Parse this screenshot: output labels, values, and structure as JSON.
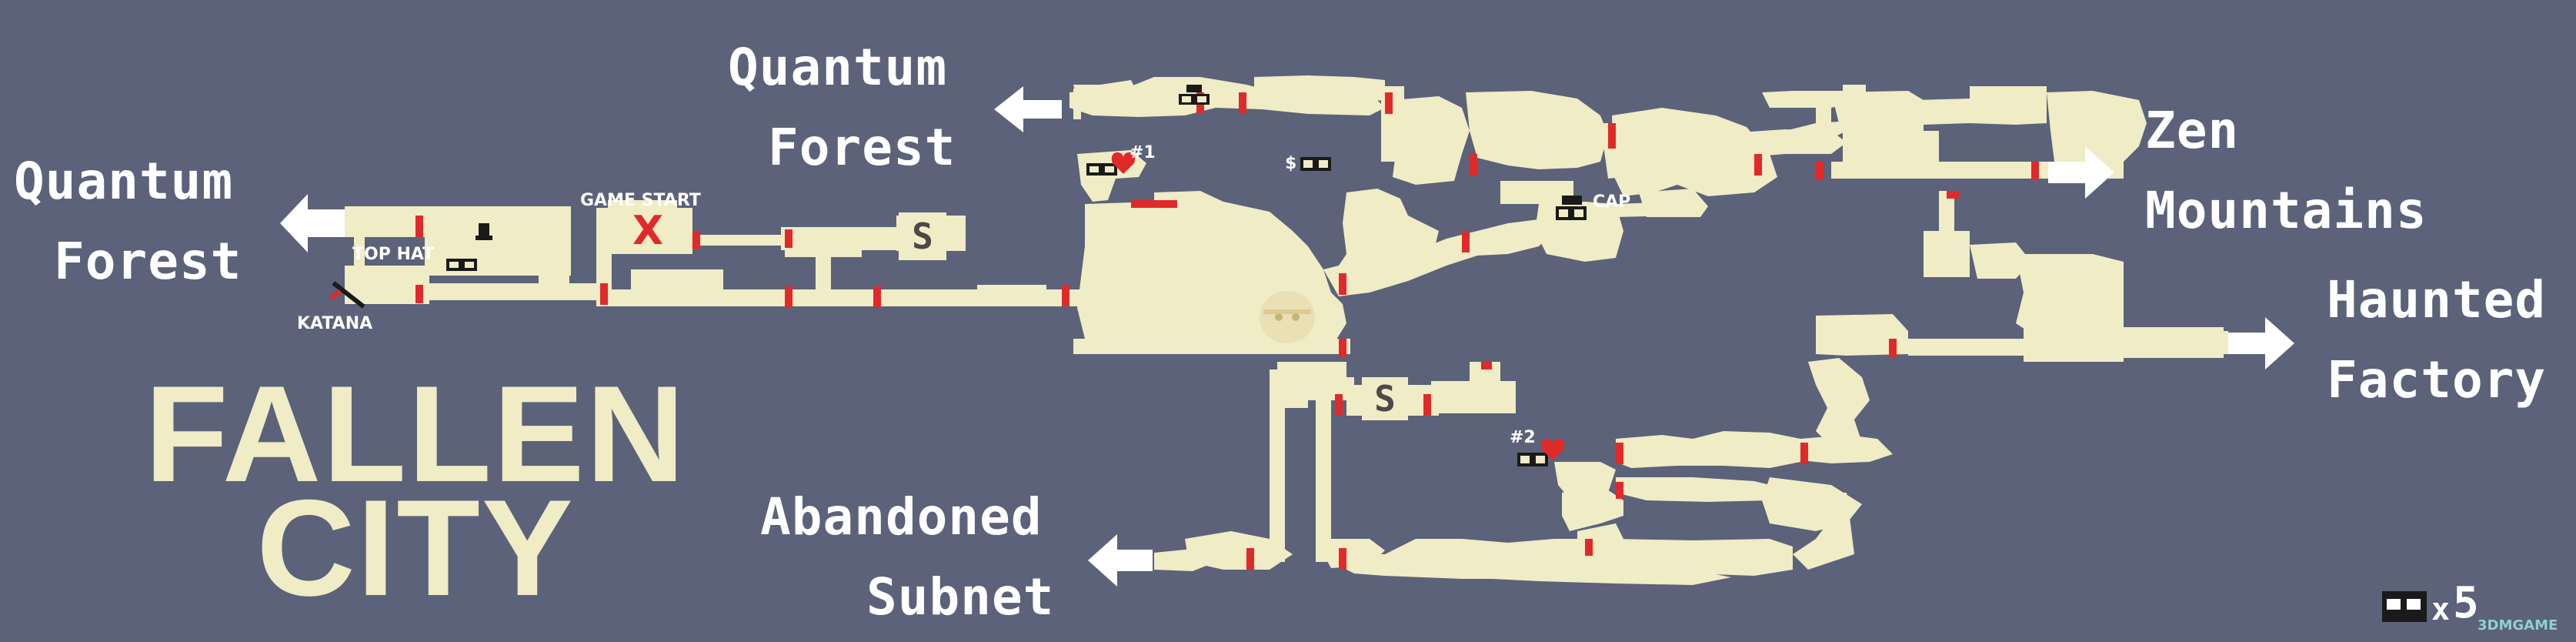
{
  "area": {
    "title_line1": "FALLEN",
    "title_line2": "CITY"
  },
  "exits": {
    "quantum_forest_west": [
      "Quantum",
      "Forest"
    ],
    "quantum_forest_north": [
      "Quantum",
      "Forest"
    ],
    "zen_mountains": [
      "Zen",
      "Mountains"
    ],
    "haunted_factory": [
      "Haunted",
      "Factory"
    ],
    "abandoned_subnet": [
      "Abandoned",
      "Subnet"
    ]
  },
  "labels": {
    "game_start": "GAME START",
    "start_marker": "X",
    "top_hat": "TOP HAT",
    "katana": "KATANA",
    "cap": "CAP",
    "heart_1": "#1",
    "heart_2": "#2",
    "shop": "$"
  },
  "save_points": [
    {
      "letter": "S"
    },
    {
      "letter": "S"
    }
  ],
  "collectible_counter": {
    "prefix": "x",
    "count": "5"
  },
  "watermark": "3DMGAME",
  "colors": {
    "background": "#5b6279",
    "room": "#efecc6",
    "door": "#e02a2a",
    "text": "#ffffff"
  }
}
